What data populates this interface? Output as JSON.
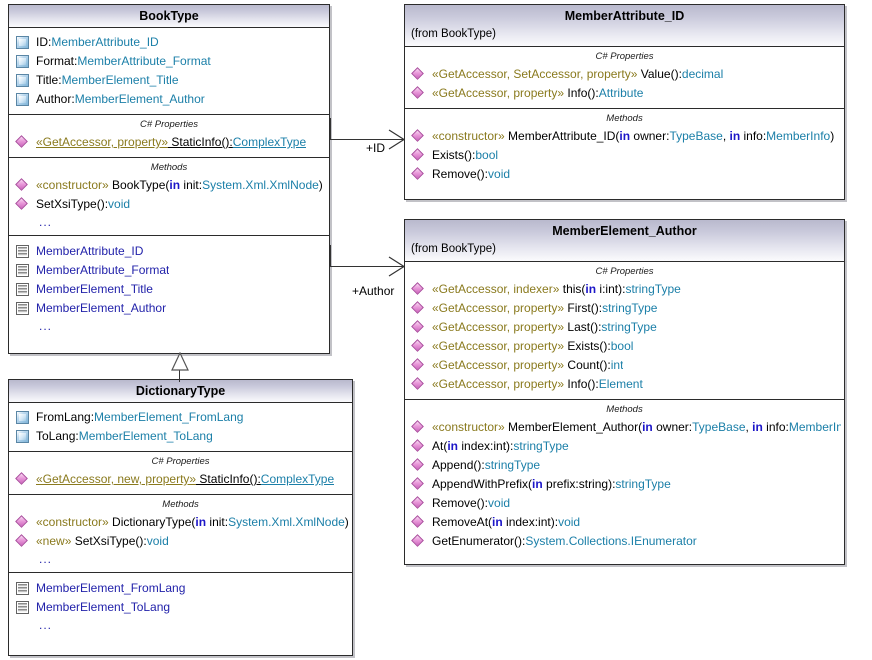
{
  "diagram": {
    "type": "uml-class-diagram",
    "background": "#ffffff",
    "palette": {
      "header_top": "#b9b9cd",
      "header_bottom": "#fbfbfd",
      "border": "#2b2b2b",
      "stereotype": "#8a7a1e",
      "type": "#1b7fa8",
      "keyword_in": "#1c16c8",
      "nested_class": "#2222aa",
      "member_icon": "#cc66bd",
      "attribute_icon": "#7fb4d8"
    }
  },
  "classes": {
    "booktype": {
      "name": "BookType",
      "from": "",
      "attributes_label": "",
      "attributes": [
        {
          "name": "ID:",
          "type": "MemberAttribute_ID"
        },
        {
          "name": "Format:",
          "type": "MemberAttribute_Format"
        },
        {
          "name": "Title:",
          "type": "MemberElement_Title"
        },
        {
          "name": "Author:",
          "type": "MemberElement_Author"
        }
      ],
      "properties_label": "C# Properties",
      "properties": [
        {
          "stereotype": "«GetAccessor, property»",
          "name": " StaticInfo():",
          "type": "ComplexType",
          "underline": true
        }
      ],
      "methods_label": "Methods",
      "methods": [
        {
          "stereotype": "«constructor»",
          "name": " BookType(",
          "kw": "in",
          "param": " init:",
          "type": "System.Xml.XmlNode",
          "tail": ")"
        },
        {
          "stereotype": "",
          "name": "SetXsiType():",
          "type": "void"
        }
      ],
      "methods_more": "...",
      "nested_label": "",
      "nested": [
        "MemberAttribute_ID",
        "MemberAttribute_Format",
        "MemberElement_Title",
        "MemberElement_Author"
      ],
      "nested_more": "..."
    },
    "dictionarytype": {
      "name": "DictionaryType",
      "from": "",
      "attributes": [
        {
          "name": "FromLang:",
          "type": "MemberElement_FromLang"
        },
        {
          "name": "ToLang:",
          "type": "MemberElement_ToLang"
        }
      ],
      "properties_label": "C# Properties",
      "properties": [
        {
          "stereotype": "«GetAccessor, new, property»",
          "name": " StaticInfo():",
          "type": "ComplexType",
          "underline": true
        }
      ],
      "methods_label": "Methods",
      "methods": [
        {
          "stereotype": "«constructor»",
          "name": " DictionaryType(",
          "kw": "in",
          "param": " init:",
          "type": "System.Xml.XmlNode",
          "tail": ")"
        },
        {
          "stereotype": "«new»",
          "name": " SetXsiType():",
          "type": "void"
        }
      ],
      "methods_more": "...",
      "nested": [
        "MemberElement_FromLang",
        "MemberElement_ToLang"
      ],
      "nested_more": "..."
    },
    "memberattribute_id": {
      "name": "MemberAttribute_ID",
      "from": "(from BookType)",
      "properties_label": "C# Properties",
      "properties": [
        {
          "stereotype": "«GetAccessor, SetAccessor, property»",
          "name": " Value():",
          "type": "decimal"
        },
        {
          "stereotype": "«GetAccessor, property»",
          "name": " Info():",
          "type": "Attribute"
        }
      ],
      "methods_label": "Methods",
      "methods": [
        {
          "stereotype": "«constructor»",
          "name": " MemberAttribute_ID(",
          "kw": "in",
          "param": " owner:",
          "type": "TypeBase",
          "sep": ", ",
          "kw2": "in",
          "param2": " info:",
          "type2": "MemberInfo",
          "tail": ")"
        },
        {
          "stereotype": "",
          "name": "Exists():",
          "type": "bool"
        },
        {
          "stereotype": "",
          "name": "Remove():",
          "type": "void"
        }
      ]
    },
    "memberelement_author": {
      "name": "MemberElement_Author",
      "from": "(from BookType)",
      "properties_label": "C# Properties",
      "properties": [
        {
          "stereotype": "«GetAccessor, indexer»",
          "name": " this(",
          "kw": "in",
          "param": " i:int):",
          "type": "stringType"
        },
        {
          "stereotype": "«GetAccessor, property»",
          "name": " First():",
          "type": "stringType"
        },
        {
          "stereotype": "«GetAccessor, property»",
          "name": " Last():",
          "type": "stringType"
        },
        {
          "stereotype": "«GetAccessor, property»",
          "name": " Exists():",
          "type": "bool"
        },
        {
          "stereotype": "«GetAccessor, property»",
          "name": " Count():",
          "type": "int"
        },
        {
          "stereotype": "«GetAccessor, property»",
          "name": " Info():",
          "type": "Element"
        }
      ],
      "methods_label": "Methods",
      "methods": [
        {
          "stereotype": "«constructor»",
          "name": " MemberElement_Author(",
          "kw": "in",
          "param": " owner:",
          "type": "TypeBase",
          "sep": ", ",
          "kw2": "in",
          "param2": " info:",
          "type2": "MemberInfo",
          "tail": ")"
        },
        {
          "stereotype": "",
          "name": "At(",
          "kw": "in",
          "param": " index:int):",
          "type": "stringType"
        },
        {
          "stereotype": "",
          "name": "Append():",
          "type": "stringType"
        },
        {
          "stereotype": "",
          "name": "AppendWithPrefix(",
          "kw": "in",
          "param": " prefix:string):",
          "type": "stringType"
        },
        {
          "stereotype": "",
          "name": "Remove():",
          "type": "void"
        },
        {
          "stereotype": "",
          "name": "RemoveAt(",
          "kw": "in",
          "param": " index:int):",
          "type": "void"
        },
        {
          "stereotype": "",
          "name": "GetEnumerator():",
          "type": "System.Collections.IEnumerator"
        }
      ]
    }
  },
  "connectors": [
    {
      "label": "+ID",
      "kind": "association-directed"
    },
    {
      "label": "+Author",
      "kind": "association-directed"
    },
    {
      "label": "",
      "kind": "generalization"
    }
  ]
}
